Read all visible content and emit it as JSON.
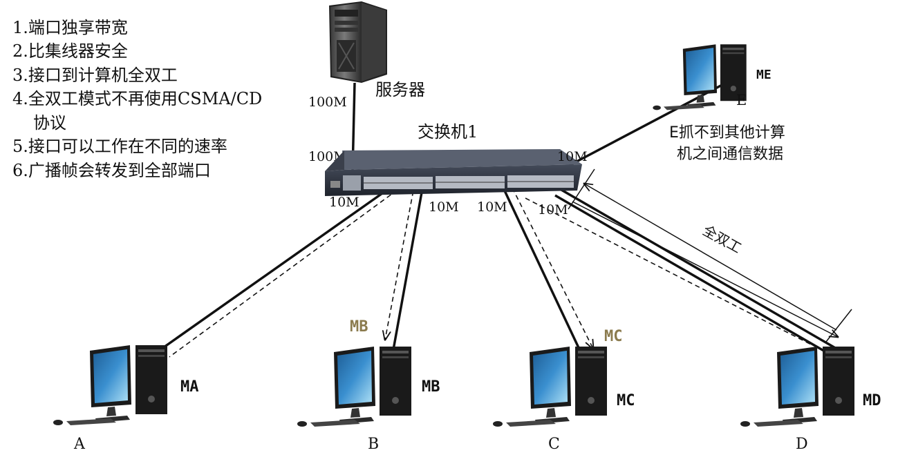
{
  "features": [
    "1.端口独享带宽",
    "2.比集线器安全",
    "3.接口到计算机全双工",
    "4.全双工模式不再使用CSMA/CD",
    "协议",
    "5.接口可以工作在不同的速率",
    "6.广播帧会转发到全部端口"
  ],
  "server": {
    "label": "服务器",
    "speed_top": "100M",
    "speed_bottom": "100M"
  },
  "switch": {
    "label": "交换机1"
  },
  "computers": {
    "a": {
      "name": "MA",
      "letter": "A",
      "speed": "10M"
    },
    "b": {
      "name": "MB",
      "letter": "B",
      "speed": "10M",
      "tag": "MB"
    },
    "c": {
      "name": "MC",
      "letter": "C",
      "speed": "10M",
      "tag": "MC"
    },
    "d": {
      "name": "MD",
      "letter": "D",
      "speed": "10M"
    },
    "e": {
      "name": "ME",
      "letter": "E",
      "speed": "10M"
    }
  },
  "notes": {
    "e_line1": "E抓不到其他计算",
    "e_line2": "机之间通信数据",
    "full_duplex": "全双工"
  },
  "colors": {
    "tag": "#8b7b4e",
    "screen": "#2a78b8",
    "case": "#222222",
    "switch_body": "#2d3340"
  }
}
